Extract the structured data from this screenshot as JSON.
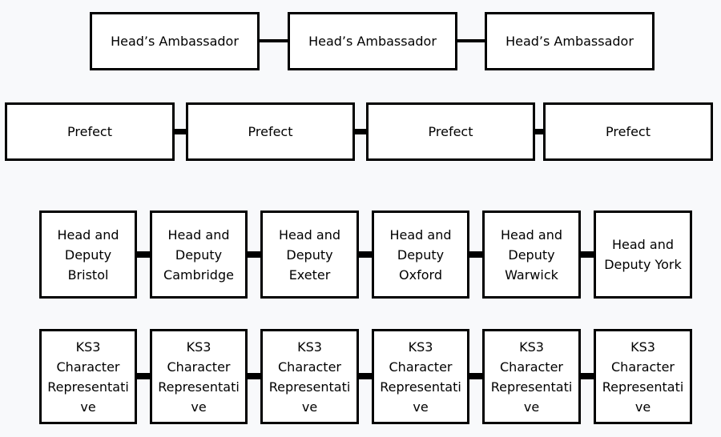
{
  "ambassadors": [
    "Head’s Ambassador",
    "Head’s Ambassador",
    "Head’s Ambassador"
  ],
  "prefects": [
    "Prefect",
    "Prefect",
    "Prefect",
    "Prefect"
  ],
  "houses": [
    "Head and\nDeputy\nBristol",
    "Head and\nDeputy\nCambridge",
    "Head and\nDeputy\nExeter",
    "Head and\nDeputy\nOxford",
    "Head and\nDeputy\nWarwick",
    "Head and\nDeputy York"
  ],
  "ks3": [
    "KS3\nCharacter\nRepresentati\nve",
    "KS3\nCharacter\nRepresentati\nve",
    "KS3\nCharacter\nRepresentati\nve",
    "KS3\nCharacter\nRepresentati\nve",
    "KS3\nCharacter\nRepresentati\nve",
    "KS3\nCharacter\nRepresentati\nve"
  ]
}
